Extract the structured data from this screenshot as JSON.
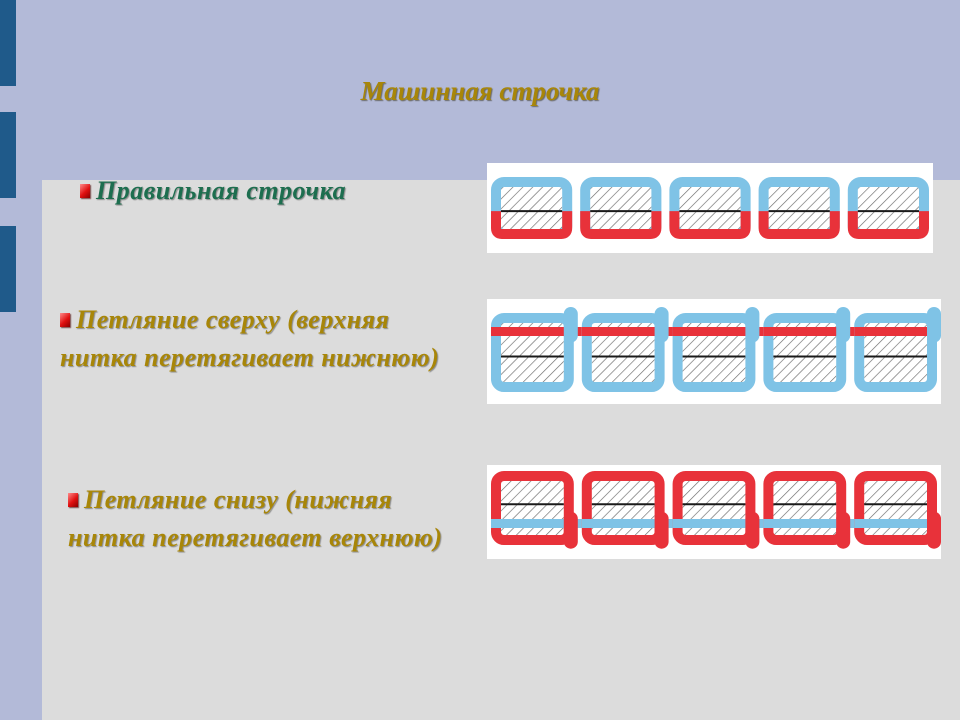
{
  "title": "Машинная строчка",
  "bullets": [
    {
      "text": "Правильная строчка"
    },
    {
      "text": "Петляние сверху (верхняя нитка перетягивает нижнюю)"
    },
    {
      "text": "Петляние снизу (нижняя нитка перетягивает верхнюю)"
    }
  ],
  "colors": {
    "upper_thread": "#e8323a",
    "lower_thread": "#7fc3e6",
    "fabric_hatch": "#6a6a6a",
    "title": "#a88608",
    "first_bullet": "#1d6e4f"
  },
  "diagrams": [
    {
      "name": "correct-stitch",
      "boxes": 5
    },
    {
      "name": "top-looping-stitch",
      "boxes": 5
    },
    {
      "name": "bottom-looping-stitch",
      "boxes": 5
    }
  ]
}
